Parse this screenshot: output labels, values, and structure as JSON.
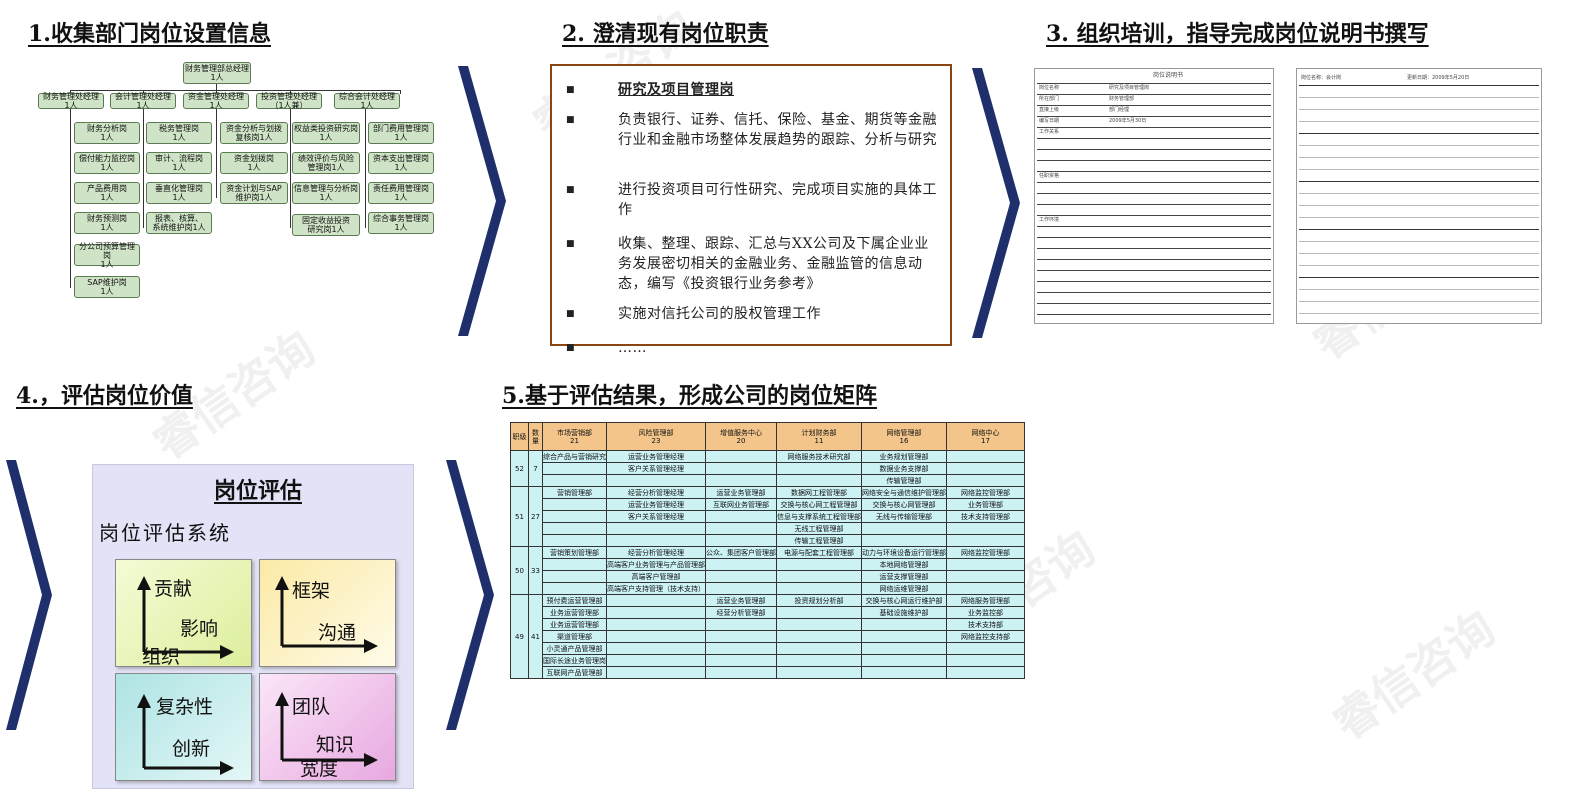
{
  "steps": {
    "s1": "1.收集部门岗位设置信息",
    "s2": "2. 澄清现有岗位职责",
    "s3": "3. 组织培训，指导完成岗位说明书撰写",
    "s4": "4.，评估岗位价值",
    "s5": "5.基于评估结果，形成公司的岗位矩阵"
  },
  "org": {
    "root": "财务管理部总经理\n1人",
    "managers": [
      "财务管理处经理\n1人",
      "会计管理处经理\n1人",
      "资金管理处经理\n1人",
      "投资管理处经理\n（1人兼）",
      "综合会计处经理\n1人"
    ],
    "col1": [
      "财务分析岗\n1人",
      "偿付能力监控岗\n1人",
      "产品费用岗\n1人",
      "财务预测岗\n1人",
      "分公司预算管理岗\n1人",
      "SAP维护岗\n1人"
    ],
    "col2": [
      "税务管理岗\n1人",
      "审计、流程岗\n1人",
      "垂直化管理岗\n1人",
      "报表、核算、\n系统维护岗1人"
    ],
    "col3": [
      "资金分析与划拨\n复核岗1人",
      "资金划拨岗\n1人",
      "资金计划与SAP\n维护岗1人"
    ],
    "col4": [
      "权益类投资研究岗\n1人",
      "绩效评价与风险\n管理岗1人",
      "信息管理与分析岗\n1人",
      "固定收益投资\n研究岗1人"
    ],
    "col5": [
      "部门费用管理岗\n1人",
      "资本支出管理岗\n1人",
      "责任费用管理岗\n1人",
      "综合事务管理岗\n1人"
    ]
  },
  "duties": [
    {
      "text": "研究及项目管理岗",
      "head": true
    },
    {
      "text": "负责银行、证券、信托、保险、基金、期货等金融行业和金融市场整体发展趋势的跟踪、分析与研究",
      "head": false
    },
    {
      "text": "进行投资项目可行性研究、完成项目实施的具体工作",
      "head": false
    },
    {
      "text": "收集、整理、跟踪、汇总与XX公司及下属企业业务发展密切相关的金融业务、金融监管的信息动态，编写《投资银行业务参考》",
      "head": false
    },
    {
      "text": "实施对信托公司的股权管理工作",
      "head": false
    },
    {
      "text": "……",
      "head": false
    }
  ],
  "doc1": {
    "title": "岗位说明书",
    "rows": [
      "岗位名称",
      "研究及项目管理岗",
      "所在部门",
      "财务管理部",
      "直接上级",
      "部门经理",
      "编写日期",
      "2009年5月30日",
      "工作关系",
      "任职资格",
      "工作环境"
    ]
  },
  "doc2": {
    "header_left": "岗位名称：会计岗",
    "header_right": "更新日期：2009年5月20日"
  },
  "eval": {
    "title": "岗位评估",
    "subtitle": "岗位评估系统",
    "q1": [
      "贡献",
      "影响",
      "组织"
    ],
    "q2": [
      "框架",
      "沟通"
    ],
    "q3": [
      "复杂性",
      "创新"
    ],
    "q4": [
      "团队",
      "知识",
      "宽度"
    ],
    "colors": {
      "q1": "#e8f5b8",
      "q2": "#fcefc0",
      "q3": "#c8ecec",
      "q4": "#f3c6ee"
    }
  },
  "matrix": {
    "headers": [
      "职级",
      "数量",
      "市场营销部\n21",
      "风险管理部\n23",
      "增值服务中心\n20",
      "计划财务部\n11",
      "网络管理部\n16",
      "网络中心\n17"
    ],
    "groups": [
      {
        "level": "52",
        "count": "7",
        "rows": [
          [
            "综合产品与营销研究",
            "运营业务管理经理",
            "",
            "网络服务技术研究部",
            "业务规划管理部"
          ],
          [
            "",
            "客户关系管理经理",
            "",
            "",
            "数据业务支撑部"
          ],
          [
            "",
            "",
            "",
            "",
            "传输管理部"
          ]
        ]
      },
      {
        "level": "51",
        "count": "27",
        "rows": [
          [
            "营销管理部",
            "经营分析管理经理",
            "运营业务管理部",
            "数据网工程管理部",
            "网络安全与通信维护管理部",
            "网络监控管理部"
          ],
          [
            "",
            "运营业务管理经理",
            "互联网业务管理部",
            "交换与核心网工程管理部",
            "交换与核心网管理部",
            "业务管理部"
          ],
          [
            "",
            "客户关系管理经理",
            "",
            "信息与支撑系统工程管理部",
            "无线与传输管理部",
            "技术支持管理部"
          ],
          [
            "",
            "",
            "",
            "无线工程管理部",
            "",
            ""
          ],
          [
            "",
            "",
            "",
            "传输工程管理部",
            "",
            ""
          ]
        ]
      },
      {
        "level": "50",
        "count": "33",
        "rows": [
          [
            "营销策划管理部",
            "经营分析管理经理",
            "公众、集团客户管理部",
            "电源与配套工程管理部",
            "动力与环境设备运行管理部",
            "网络监控管理部"
          ],
          [
            "",
            "高端客户业务管理与产品管理部",
            "",
            "",
            "本地网络管理部",
            ""
          ],
          [
            "",
            "高端客户管理部",
            "",
            "",
            "运营支撑管理部",
            ""
          ],
          [
            "",
            "高端客户支持管理（技术支持）",
            "",
            "",
            "网络运维管理部",
            ""
          ]
        ]
      },
      {
        "level": "49",
        "count": "41",
        "rows": [
          [
            "预付费运营管理部",
            "",
            "运营业务管理部",
            "投资规划分析部",
            "交换与核心网运行维护部",
            "网络服务管理部"
          ],
          [
            "业务运营管理部",
            "",
            "经营分析管理部",
            "",
            "基础设施维护部",
            "业务监控部"
          ],
          [
            "业务运营管理部",
            "",
            "",
            "",
            "",
            "技术支持部"
          ],
          [
            "渠道管理部",
            "",
            "",
            "",
            "",
            "网络监控支持部"
          ],
          [
            "小灵通产品管理部",
            "",
            "",
            "",
            "",
            ""
          ],
          [
            "国际长途业务管理岗",
            "",
            "",
            "",
            "",
            ""
          ],
          [
            "互联网产品管理部",
            "",
            "",
            "",
            "",
            ""
          ]
        ]
      }
    ]
  },
  "watermark": "睿信咨询",
  "colors": {
    "chevron": "#1f2f6b",
    "org_fill": "#cfe3c6",
    "duty_border": "#8b4513",
    "matrix_header": "#f3c58a",
    "matrix_cell": "#ccf2f4"
  }
}
